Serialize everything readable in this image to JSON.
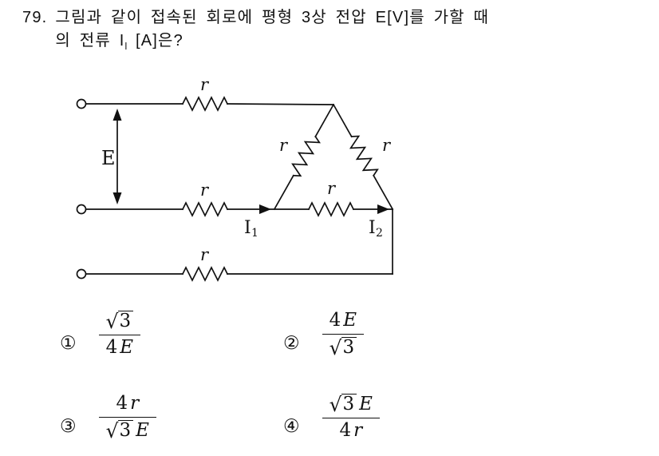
{
  "question": {
    "number": "79.",
    "line1": "그림과 같이 접속된 회로에 평형 3상 전압 E[V]를 가할 때",
    "line2_pre": "의 전류 I",
    "line2_sub": "l",
    "line2_post": " [A]은?"
  },
  "circuit": {
    "labels": {
      "r_top": "r",
      "r_mid": "r",
      "r_delta_left": "r",
      "r_delta_right": "r",
      "r_delta_bottom": "r",
      "r_bottom": "r",
      "source": "E",
      "i1_main": "I",
      "i1_sub": "1",
      "i2_main": "I",
      "i2_sub": "2"
    }
  },
  "choices": [
    {
      "marker": "①",
      "num_sqrt": "√",
      "num_radicand": "3",
      "den_coef": "4",
      "den_var": "E"
    },
    {
      "marker": "②",
      "num_coef": "4",
      "num_var": "E",
      "den_sqrt": "√",
      "den_radicand": "3"
    },
    {
      "marker": "③",
      "num_coef": "4",
      "num_var": "r",
      "den_sqrt": "√",
      "den_radicand": "3",
      "den_var": "E"
    },
    {
      "marker": "④",
      "num_sqrt": "√",
      "num_radicand": "3",
      "num_var": "E",
      "den_coef": "4",
      "den_var": "r"
    }
  ]
}
